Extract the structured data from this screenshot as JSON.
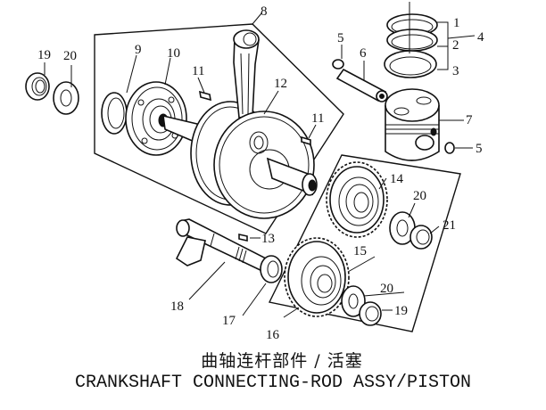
{
  "title_cn": "曲轴连杆部件 / 活塞",
  "title_en": "CRANKSHAFT CONNECTING-ROD ASSY/PISTON",
  "callouts": {
    "c1": "1",
    "c2": "2",
    "c3": "3",
    "c4": "4",
    "c5a": "5",
    "c5b": "5",
    "c6": "6",
    "c7": "7",
    "c8": "8",
    "c9": "9",
    "c10": "10",
    "c11a": "11",
    "c11b": "11",
    "c12": "12",
    "c13": "13",
    "c14": "14",
    "c15": "15",
    "c16": "16",
    "c17": "17",
    "c18": "18",
    "c19a": "19",
    "c19b": "19",
    "c20a": "20",
    "c20b": "20",
    "c20c": "20",
    "c21": "21"
  }
}
